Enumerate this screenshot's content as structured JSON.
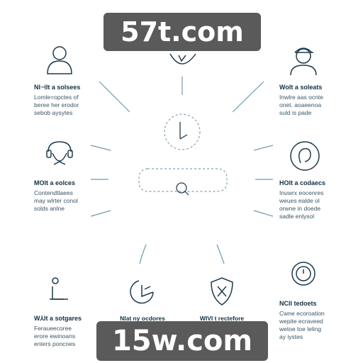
{
  "watermarks": {
    "top": "57t.com",
    "bottom": "15w.com"
  },
  "nodes": {
    "top_left": {
      "title": "Nl⊣lt a solsees",
      "desc": "Lomle=opctes of\nberee her erodor\nsebob aysytes"
    },
    "top_right": {
      "title": "Wolt a soleats",
      "desc": "Inwlre aas ocnte\nonet. aoaeenoa\nsuld is pade"
    },
    "mid_left": {
      "title": "MOlt a eolces",
      "desc": "Contendtlaees\nmay wlrter conol\nsolds anlne"
    },
    "mid_right": {
      "title": "HOlt a codaecs",
      "desc": "Inuwrx eocenres\nweues ealde ol\norwne in doede\nsadle enlysol"
    },
    "bottom_left": {
      "title": "W⅄lt a sotgares",
      "desc": "Feraueecoree\nerore ewinoans\nenters poncnes"
    },
    "bottom_cl": {
      "title": "Nlat ny ocdores"
    },
    "bottom_cr": {
      "title": "WIVI t rectefore"
    },
    "bottom_right": {
      "title": "NCll tedoets",
      "desc": "Cwne ecoroation\nwepite ecraveed\nwetoe toe leling\nay iystes"
    }
  },
  "colors": {
    "line": "#4a7d94",
    "icon": "#1e3a4c",
    "dash": "#7fa3b3"
  }
}
